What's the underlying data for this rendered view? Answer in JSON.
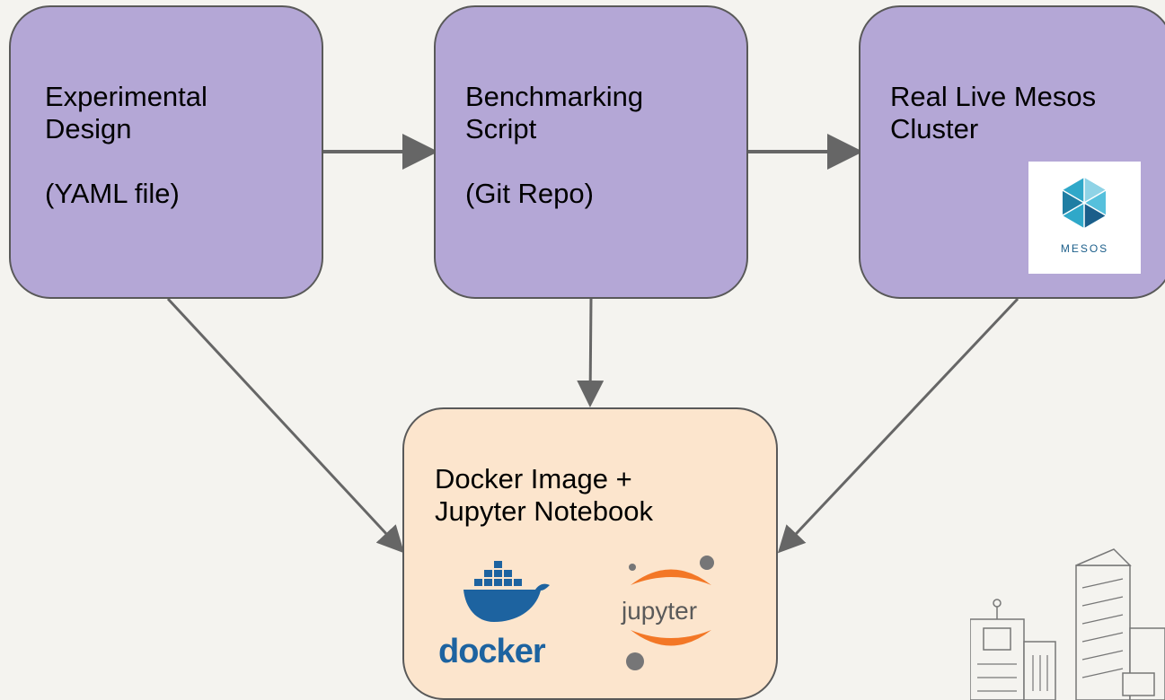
{
  "boxes": {
    "experimental": {
      "text": "Experimental\nDesign\n\n(YAML file)"
    },
    "benchmarking": {
      "text": "Benchmarking\nScript\n\n(Git Repo)"
    },
    "mesos": {
      "text": "Real Live Mesos\nCluster"
    },
    "docker": {
      "text": "Docker Image +\nJupyter Notebook"
    }
  },
  "logos": {
    "mesos": "MESOS",
    "docker": "docker",
    "jupyter": "jupyter"
  },
  "colors": {
    "purple_box": "#b4a7d6",
    "peach_box": "#fce5cd",
    "arrow": "#666666",
    "background": "#f4f3ef"
  }
}
